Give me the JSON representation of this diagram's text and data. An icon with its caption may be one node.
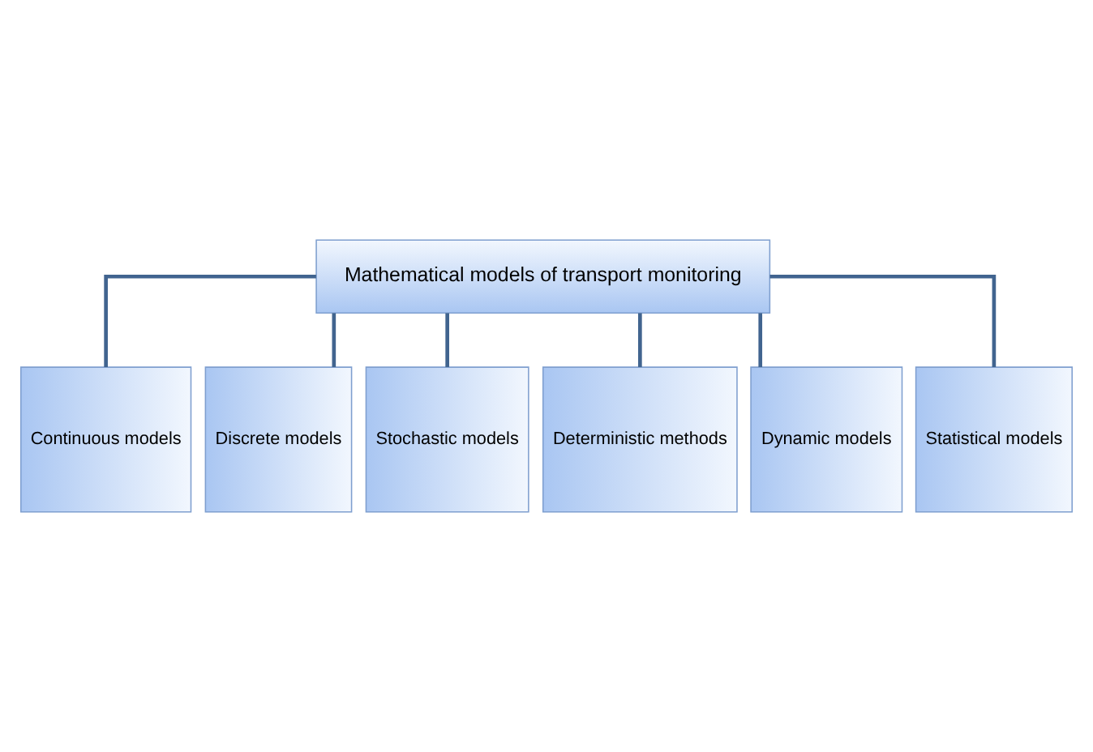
{
  "diagram": {
    "nodes": [
      {
        "text": [
          "Mathematical models of transport monitoring"
        ]
      },
      {
        "text": [
          "Continuous models"
        ]
      },
      {
        "text": [
          "Discrete models"
        ]
      },
      {
        "text": [
          "Stochastic models"
        ]
      },
      {
        "text": [
          "Deterministic methods"
        ]
      },
      {
        "text": [
          "Dynamic models"
        ]
      },
      {
        "text": [
          "Statistical models"
        ]
      }
    ],
    "edges": [
      {
        "from": 0,
        "to": 1,
        "arrow": "none"
      },
      {
        "from": 0,
        "to": 2,
        "arrow": "none"
      },
      {
        "from": 0,
        "to": 3,
        "arrow": "none"
      },
      {
        "from": 0,
        "to": 4,
        "arrow": "none"
      },
      {
        "from": 0,
        "to": 5,
        "arrow": "none"
      },
      {
        "from": 0,
        "to": 6,
        "arrow": "none"
      }
    ]
  }
}
